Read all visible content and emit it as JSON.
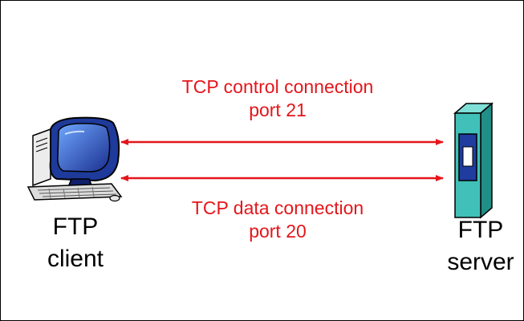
{
  "connections": {
    "control": {
      "line1": "TCP control connection",
      "line2": "port 21"
    },
    "data": {
      "line1": "TCP data connection",
      "line2": "port 20"
    }
  },
  "nodes": {
    "client": {
      "line1": "FTP",
      "line2": "client",
      "icon": "desktop-computer-icon"
    },
    "server": {
      "line1": "FTP",
      "line2": "server",
      "icon": "server-tower-icon"
    }
  },
  "colors": {
    "arrow": "#e4161b",
    "label": "#e4161b",
    "server_body": "#40c0b8",
    "monitor": "#1f3c9e"
  }
}
